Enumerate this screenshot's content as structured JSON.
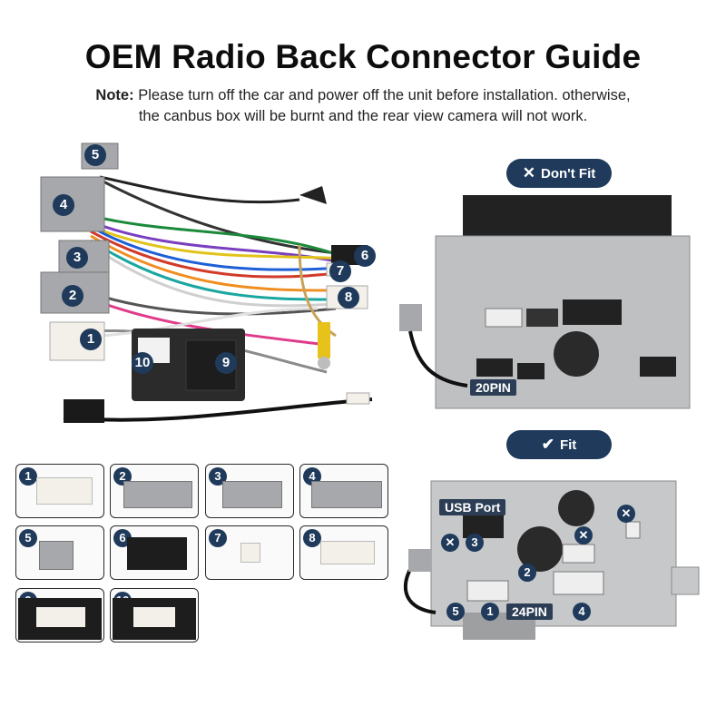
{
  "title": "OEM Radio Back Connector Guide",
  "note": {
    "label": "Note:",
    "line1": "Please turn off the car and power off the unit before installation. otherwise,",
    "line2": "the canbus box will be burnt and the rear view camera will not work."
  },
  "harness": {
    "numbers": [
      "1",
      "2",
      "3",
      "4",
      "5",
      "6",
      "7",
      "8",
      "9",
      "10"
    ]
  },
  "dont_fit": {
    "label": "Don't Fit",
    "icon": "x-icon",
    "pin_label": "20PIN"
  },
  "fit": {
    "label": "Fit",
    "icon": "check-icon",
    "usb_label": "USB Port",
    "pin_label": "24PIN",
    "numbers": [
      "1",
      "2",
      "3",
      "4",
      "5"
    ]
  },
  "thumbs": [
    "1",
    "2",
    "3",
    "4",
    "5",
    "6",
    "7",
    "8",
    "9",
    "10"
  ],
  "colors": {
    "badge": "#1f3a5a",
    "connector_grey": "#a6a8ab",
    "connector_white": "#f3f0ea"
  }
}
